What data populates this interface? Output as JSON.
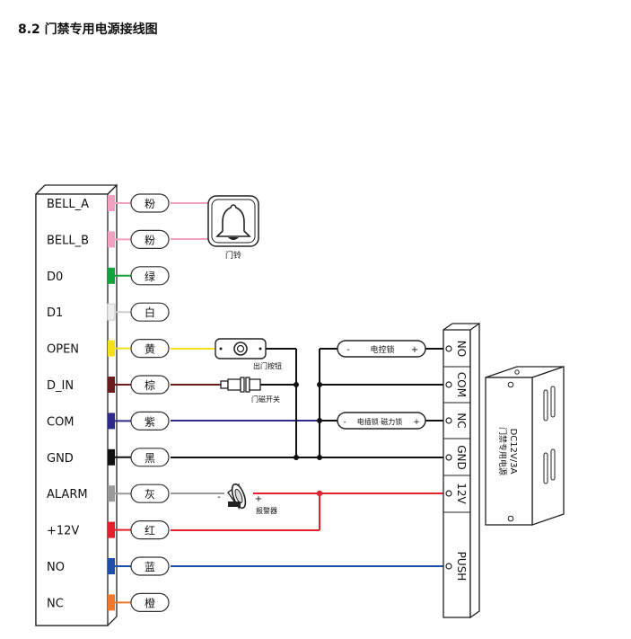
{
  "page": {
    "title": "8.2  门禁专用电源接线图"
  },
  "terminals": [
    {
      "label": "BELL_A",
      "color_name": "粉",
      "color": "#f0a0c0"
    },
    {
      "label": "BELL_B",
      "color_name": "粉",
      "color": "#f0a0c0"
    },
    {
      "label": "D0",
      "color_name": "绿",
      "color": "#12a33a"
    },
    {
      "label": "D1",
      "color_name": "白",
      "color": "#eeeeee"
    },
    {
      "label": "OPEN",
      "color_name": "黄",
      "color": "#f3e21a"
    },
    {
      "label": "D_IN",
      "color_name": "棕",
      "color": "#6b1d1d"
    },
    {
      "label": "COM",
      "color_name": "紫",
      "color": "#2e2a8c"
    },
    {
      "label": "GND",
      "color_name": "黑",
      "color": "#111111"
    },
    {
      "label": "ALARM",
      "color_name": "灰",
      "color": "#9a9a9a"
    },
    {
      "label": "+12V",
      "color_name": "红",
      "color": "#e3202b"
    },
    {
      "label": "NO",
      "color_name": "蓝",
      "color": "#1e4fa8"
    },
    {
      "label": "NC",
      "color_name": "橙",
      "color": "#f0782a"
    }
  ],
  "devices": {
    "doorbell": "门铃",
    "exit_button": "出门按钮",
    "door_sensor": "门磁开关",
    "alarm": "报警器",
    "electric_lock": "电控锁",
    "bolt_lock": "电插锁 磁力锁",
    "minus": "-",
    "plus": "+"
  },
  "power_terminals": [
    "NO",
    "COM",
    "NC",
    "GND",
    "12V",
    "PUSH"
  ],
  "power_supply": {
    "line1": "DC12V/3A",
    "line2": "门禁专用电源"
  }
}
